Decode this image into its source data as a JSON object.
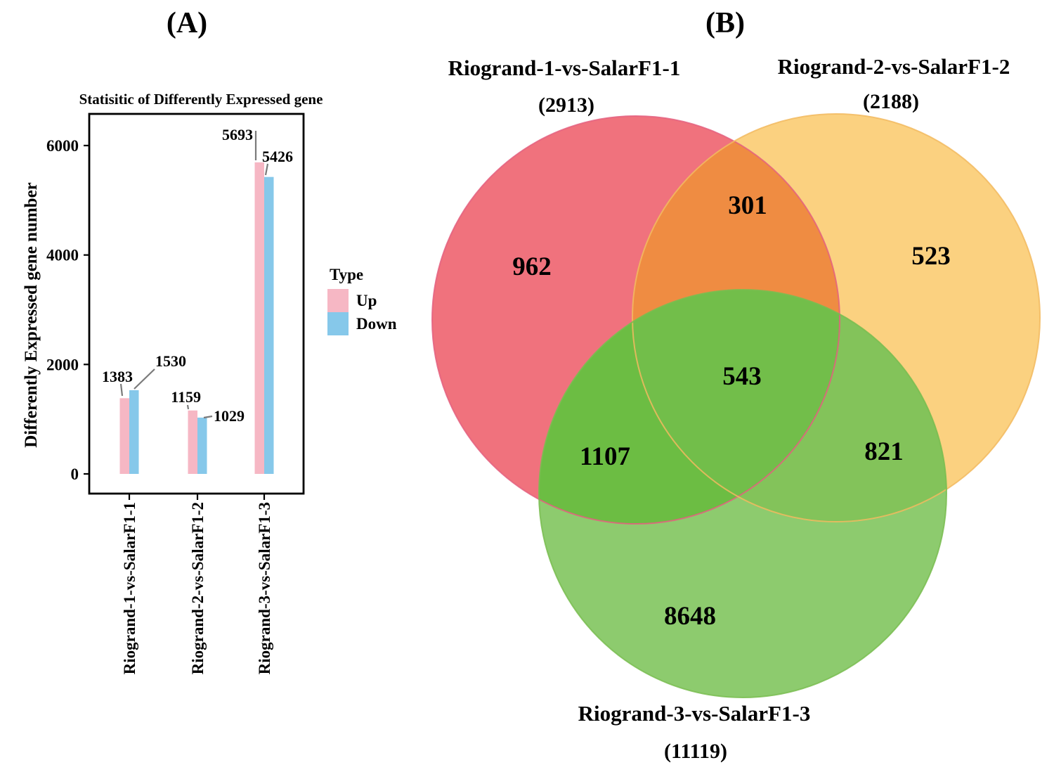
{
  "figure": {
    "panel_a_label": "(A)",
    "panel_b_label": "(B)",
    "background": "#FFFFFF",
    "text_color": "#000000"
  },
  "chart_data": [
    {
      "type": "bar",
      "panel": "A",
      "title": "Statisitic of Differently Expressed gene",
      "xlabel": "",
      "ylabel": "Differently Expressed gene number",
      "categories": [
        "Riogrand-1-vs-SalarF1-1",
        "Riogrand-2-vs-SalarF1-2",
        "Riogrand-3-vs-SalarF1-3"
      ],
      "series": [
        {
          "name": "Up",
          "color": "#F6B7C4",
          "values": [
            1383,
            1159,
            5693
          ]
        },
        {
          "name": "Down",
          "color": "#86C8EA",
          "values": [
            1530,
            1029,
            5426
          ]
        }
      ],
      "yticks": [
        0,
        2000,
        4000,
        6000
      ],
      "ylim": [
        0,
        6580
      ],
      "grid": false,
      "legend": {
        "title": "Type",
        "position": "right",
        "items": [
          {
            "label": "Up",
            "color": "#F6B7C4"
          },
          {
            "label": "Down",
            "color": "#86C8EA"
          }
        ]
      },
      "axis_color": "#000000",
      "leader_line_color": "#7A7A7A"
    },
    {
      "type": "venn3",
      "panel": "B",
      "sets": [
        {
          "name": "Riogrand-1-vs-SalarF1-1",
          "total": 2913,
          "total_display": "(2913)",
          "color": "#F0727D",
          "outline": "#E4607F"
        },
        {
          "name": "Riogrand-2-vs-SalarF1-2",
          "total": 2188,
          "total_display": "(2188)",
          "color": "#FBD180",
          "outline": "#F2BA5F"
        },
        {
          "name": "Riogrand-3-vs-SalarF1-3",
          "total": 11119,
          "total_display": "(11119)",
          "color": "#8DCB6E",
          "outline": "#79BD50"
        }
      ],
      "regions": {
        "a_only": 962,
        "b_only": 523,
        "c_only": 8648,
        "ab": 301,
        "ac": 1107,
        "bc": 821,
        "abc": 543
      },
      "region_colors": {
        "ab": "#EF8C42",
        "ac": "#6CBD43",
        "bc": "#83C35A",
        "abc": "#72BE4A"
      }
    }
  ]
}
